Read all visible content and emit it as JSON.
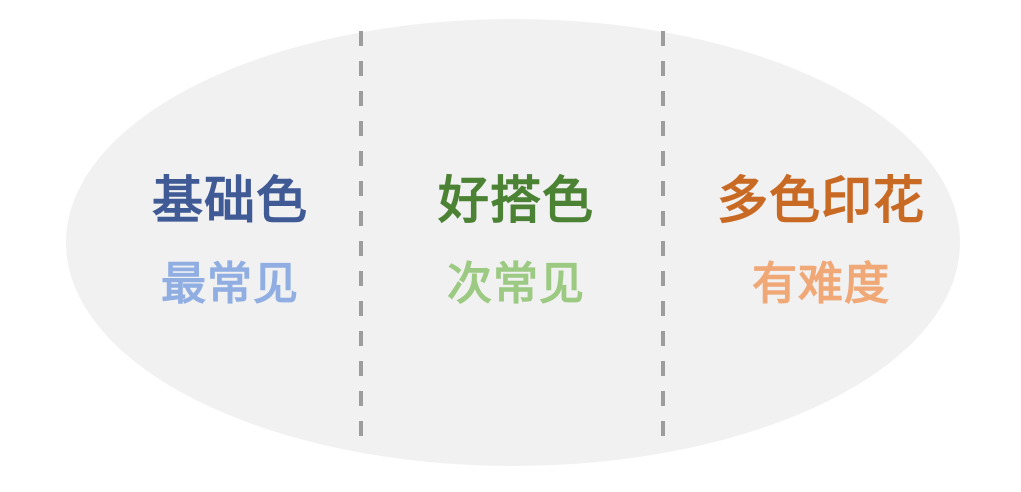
{
  "figure": {
    "type": "three-tier-comparison-diagram",
    "background_color": "#ffffff",
    "ellipse_fill": "#f1f1f2",
    "divider_color": "#9d9d9d",
    "divider_style": "dashed"
  },
  "columns": [
    {
      "id": "basic-color",
      "title": "基础色",
      "subtitle": "最常见",
      "title_color": "#3f5a94",
      "subtitle_color": "#90aee2"
    },
    {
      "id": "easy-match-color",
      "title": "好搭色",
      "subtitle": "次常见",
      "title_color": "#4b8234",
      "subtitle_color": "#9dca83"
    },
    {
      "id": "multicolor-print",
      "title": "多色印花",
      "subtitle": "有难度",
      "title_color": "#c96a24",
      "subtitle_color": "#f0a877"
    }
  ]
}
